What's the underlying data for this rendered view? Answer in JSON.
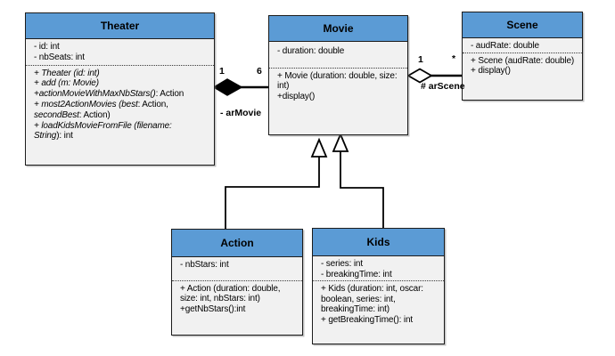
{
  "diagram": {
    "colors": {
      "header_fill": "#5b9bd5",
      "body_fill": "#f1f1f1",
      "border": "#1c1c1c"
    },
    "classes": {
      "theater": {
        "title": "Theater",
        "attributes": [
          "- id: int",
          "- nbSeats: int"
        ],
        "methods": [
          [
            {
              "t": "+ Theater (id: int)",
              "i": true
            }
          ],
          [
            {
              "t": "+ add (m: Movie)",
              "i": true
            }
          ],
          [
            {
              "t": "+actionMovieWithMaxNbStars()",
              "i": true
            },
            {
              "t": ": Action",
              "i": false
            }
          ],
          [
            {
              "t": "+ most2ActionMovies (best",
              "i": true
            },
            {
              "t": ": Action,",
              "i": false
            }
          ],
          [
            {
              "t": "secondBest",
              "i": true
            },
            {
              "t": ": Action)",
              "i": false
            }
          ],
          [
            {
              "t": "+ loadKidsMovieFromFile (filename:",
              "i": true
            }
          ],
          [
            {
              "t": "String",
              "i": true
            },
            {
              "t": "): int",
              "i": false
            }
          ]
        ]
      },
      "movie": {
        "title": "Movie",
        "attributes": [
          "- duration: double"
        ],
        "methods": [
          "+ Movie (duration: double, size:",
          "int)",
          "+display()"
        ]
      },
      "scene": {
        "title": "Scene",
        "attributes": [
          "- audRate: double"
        ],
        "methods": [
          "+ Scene (audRate: double)",
          "+ display()"
        ]
      },
      "action": {
        "title": "Action",
        "attributes": [
          "- nbStars: int"
        ],
        "methods": [
          "+ Action (duration: double,",
          "size: int, nbStars: int)",
          "+getNbStars():int"
        ]
      },
      "kids": {
        "title": "Kids",
        "attributes": [
          "- series: int",
          "- breakingTime: int"
        ],
        "methods": [
          "+ Kids (duration: int, oscar:",
          "boolean, series: int,",
          "breakingTime: int)",
          "+ getBreakingTime(): int"
        ]
      }
    },
    "relations": {
      "theater_movie": {
        "type": "composition",
        "source_mult": "1",
        "target_mult": "6",
        "label": "- arMovie"
      },
      "movie_scene": {
        "type": "aggregation",
        "source_mult": "1",
        "target_mult": "*",
        "label": "# arScene"
      },
      "action_movie": {
        "type": "inheritance"
      },
      "kids_movie": {
        "type": "inheritance"
      }
    }
  }
}
